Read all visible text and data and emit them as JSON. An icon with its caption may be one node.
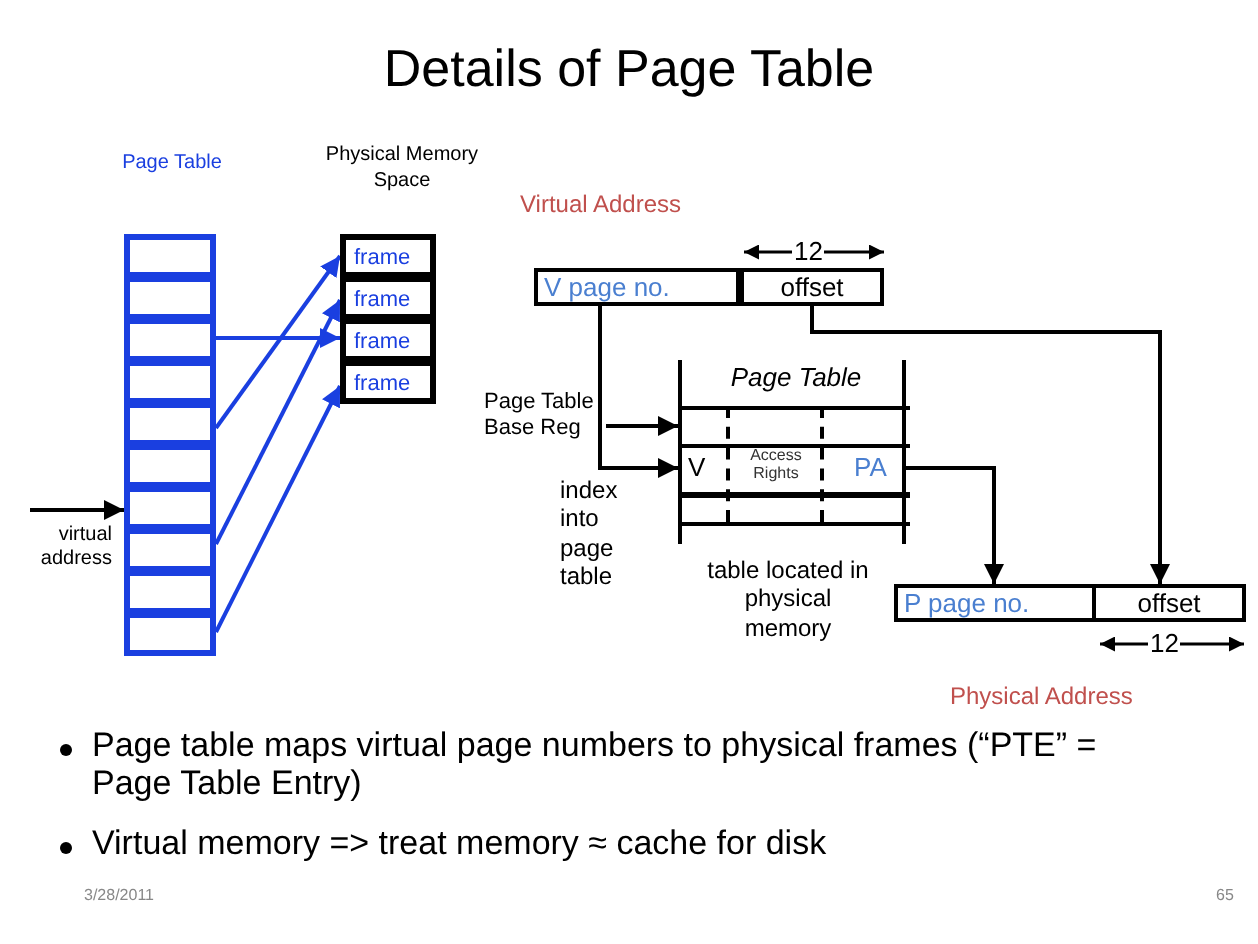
{
  "diagram": {
    "title": "Details of Page Table",
    "nodes": [
      {
        "text": [
          "Page Table"
        ]
      },
      {
        "text": [],
        "shape": "box",
        "in": 0
      },
      {
        "text": [],
        "shape": "box",
        "in": 0
      },
      {
        "text": [],
        "shape": "box",
        "in": 0
      },
      {
        "text": [],
        "shape": "box",
        "in": 0
      },
      {
        "text": [],
        "shape": "box",
        "in": 0
      },
      {
        "text": [],
        "shape": "box",
        "in": 0
      },
      {
        "text": [],
        "shape": "box",
        "in": 0
      },
      {
        "text": [],
        "shape": "box",
        "in": 0
      },
      {
        "text": [],
        "shape": "box",
        "in": 0
      },
      {
        "text": [],
        "shape": "box",
        "in": 0
      },
      {
        "text": [
          "Physical Memory Space"
        ]
      },
      {
        "text": [
          "frame"
        ],
        "in": 11
      },
      {
        "text": [
          "frame"
        ],
        "in": 11
      },
      {
        "text": [
          "frame"
        ],
        "in": 11
      },
      {
        "text": [
          "frame"
        ],
        "in": 11
      },
      {
        "text": [
          "virtual address"
        ]
      },
      {
        "text": [
          "Virtual Address"
        ]
      },
      {
        "text": [
          "V page no."
        ],
        "in": 17
      },
      {
        "text": [
          "offset"
        ],
        "in": 17
      },
      {
        "text": [
          "Page Table"
        ],
        "beside": [
          "table located in physical memory"
        ]
      },
      {
        "text": [],
        "shape": "box",
        "in": 20
      },
      {
        "text": [
          "V",
          "Access Rights",
          "PA"
        ],
        "in": 20
      },
      {
        "text": [],
        "shape": "box",
        "in": 20
      },
      {
        "text": [
          "Page Table Base Reg"
        ]
      },
      {
        "text": [
          "Physical Address"
        ]
      },
      {
        "text": [
          "P page no."
        ],
        "in": 25
      },
      {
        "text": [
          "offset"
        ],
        "in": 25
      }
    ],
    "edges": [
      {
        "from": 3,
        "to": 14,
        "arrow": "to",
        "color": "#1a3fe0"
      },
      {
        "from": 5,
        "to": 12,
        "arrow": "to",
        "color": "#1a3fe0"
      },
      {
        "from": 8,
        "to": 13,
        "arrow": "to",
        "color": "#1a3fe0"
      },
      {
        "from": 10,
        "to": 15,
        "arrow": "to",
        "color": "#1a3fe0"
      },
      {
        "from": 16,
        "to": 7,
        "arrow": "to"
      },
      {
        "from": 24,
        "to": 21,
        "arrow": "to"
      },
      {
        "from": 18,
        "to": 22,
        "arrow": "to",
        "label": "index into page table"
      },
      {
        "from": 22,
        "to": 26,
        "arrow": "to"
      },
      {
        "from": 19,
        "to": 27,
        "arrow": "to"
      }
    ],
    "labels": [
      "12",
      "12",
      "Page table maps virtual page numbers to physical frames (“PTE” = Page Table Entry)",
      "Virtual memory => treat memory ≈ cache for disk",
      "3/28/2011",
      "65"
    ]
  }
}
